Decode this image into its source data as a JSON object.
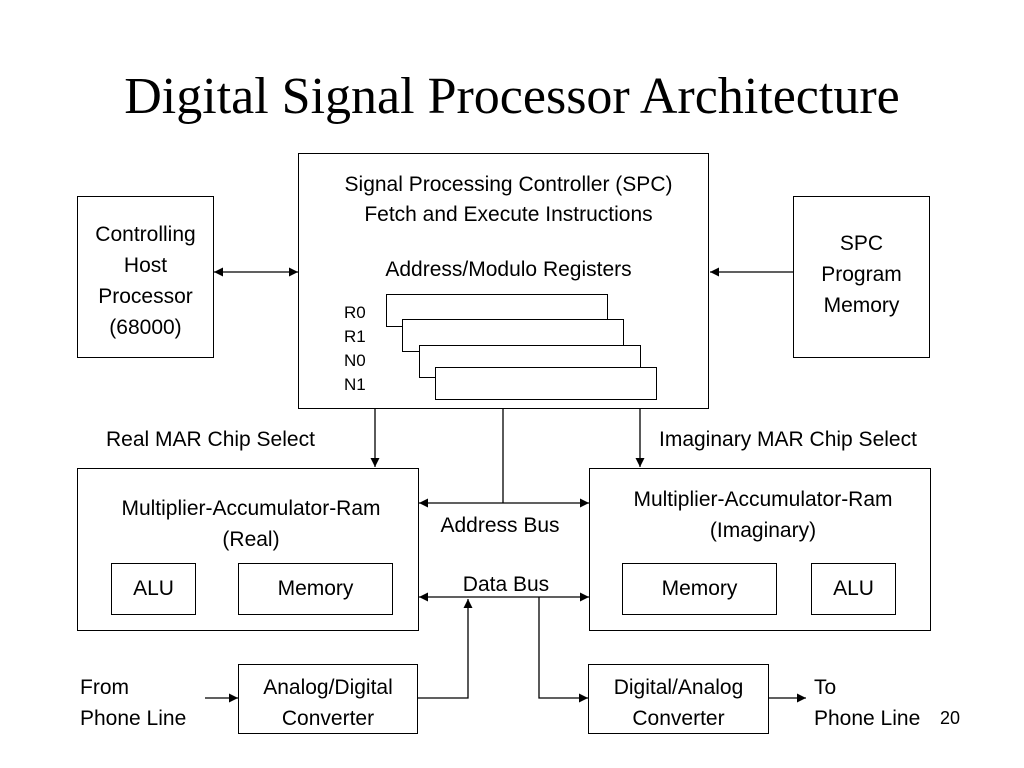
{
  "slide": {
    "title": "Digital Signal Processor Architecture",
    "page_number": "20"
  },
  "spc": {
    "line1": "Signal Processing Controller (SPC)",
    "line2": "Fetch and Execute Instructions",
    "registers_label": "Address/Modulo Registers",
    "registers": [
      "R0",
      "R1",
      "N0",
      "N1"
    ]
  },
  "host": {
    "lines": [
      "Controlling",
      "Host",
      "Processor",
      "(68000)"
    ]
  },
  "program_memory": {
    "lines": [
      "SPC",
      "Program",
      "Memory"
    ]
  },
  "mac_real": {
    "lines": [
      "Multiplier-Accumulator-Ram",
      "(Real)"
    ],
    "alu": "ALU",
    "memory": "Memory"
  },
  "mac_imag": {
    "lines": [
      "Multiplier-Accumulator-Ram",
      "(Imaginary)"
    ],
    "memory": "Memory",
    "alu": "ALU"
  },
  "labels": {
    "real_select": "Real MAR Chip Select",
    "imag_select": "Imaginary MAR Chip Select",
    "address_bus": "Address Bus",
    "data_bus": "Data Bus",
    "from": [
      "From",
      "Phone Line"
    ],
    "to": [
      "To",
      "Phone Line"
    ]
  },
  "adc": {
    "lines": [
      "Analog/Digital",
      "Converter"
    ]
  },
  "dac": {
    "lines": [
      "Digital/Analog",
      "Converter"
    ]
  }
}
